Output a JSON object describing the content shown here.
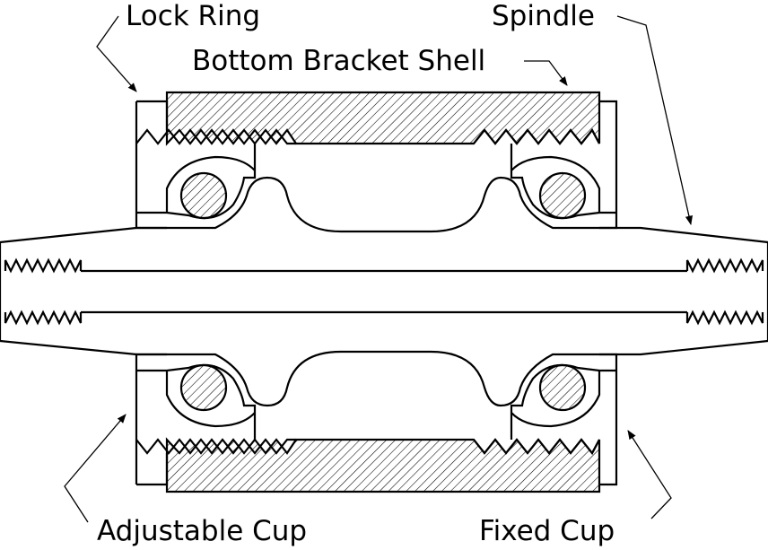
{
  "labels": {
    "lock_ring": "Lock Ring",
    "bottom_bracket_shell": "Bottom Bracket Shell",
    "spindle": "Spindle",
    "adjustable_cup": "Adjustable Cup",
    "fixed_cup": "Fixed Cup"
  },
  "colors": {
    "line": "#000000",
    "background": "#ffffff"
  }
}
